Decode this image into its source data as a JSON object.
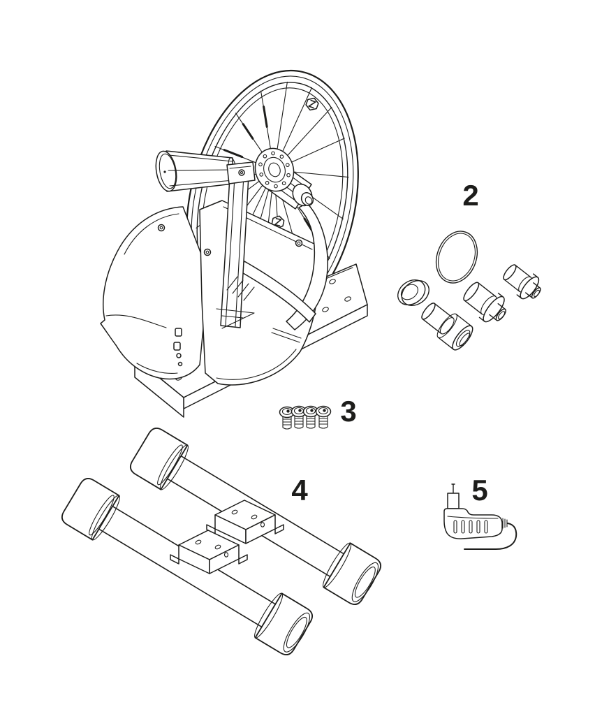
{
  "background_color": "#ffffff",
  "ink_color": "#1d1d1b",
  "callouts": {
    "adapter_kit": {
      "label": "2"
    },
    "screw_set": {
      "label": "3"
    },
    "leg_set": {
      "label": "4"
    },
    "power_supply": {
      "label": "5"
    }
  },
  "parts": {
    "trainer_unit": "direct-drive-trainer-main-unit",
    "adapter_kit": "axle-adapter-and-spacer-kit",
    "screw_set": "four-button-head-screws",
    "leg_set": "two-support-legs-with-feet-and-brackets",
    "power_supply": "ac-power-adapter-with-cable"
  }
}
